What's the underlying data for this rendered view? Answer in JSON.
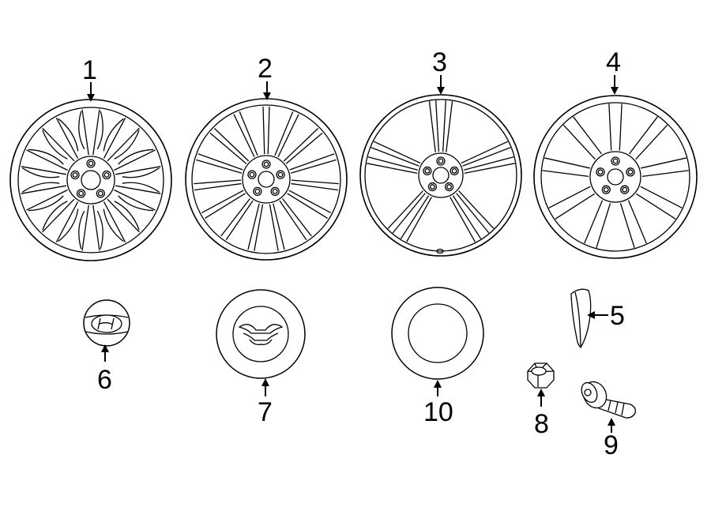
{
  "parts": [
    {
      "id": "wheel-1",
      "callout": "1"
    },
    {
      "id": "wheel-2",
      "callout": "2"
    },
    {
      "id": "wheel-3",
      "callout": "3"
    },
    {
      "id": "wheel-4",
      "callout": "4"
    },
    {
      "id": "balance-weight",
      "callout": "5"
    },
    {
      "id": "lug-nut",
      "callout": "6"
    },
    {
      "id": "tpms-valve",
      "callout": "7"
    },
    {
      "id": "center-cap-small",
      "callout": "8"
    },
    {
      "id": "center-cap-logo",
      "callout": "9"
    },
    {
      "id": "center-cap-plain",
      "callout": "10"
    }
  ]
}
